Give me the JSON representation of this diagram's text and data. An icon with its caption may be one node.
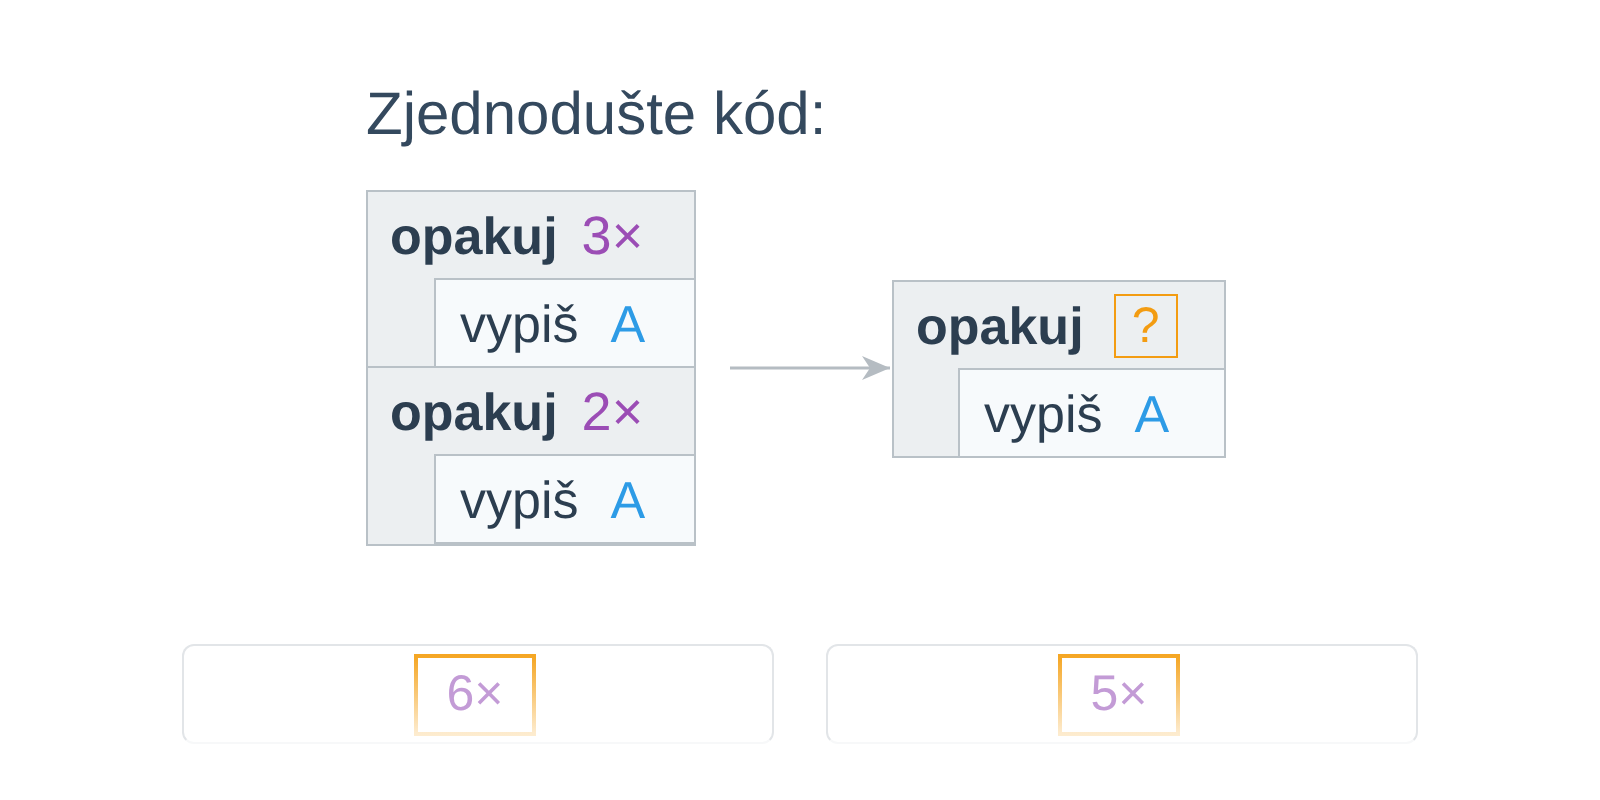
{
  "diagram": {
    "title": "Zjednodušte kód:",
    "nodes": [
      {
        "text": [
          "opakuj",
          "3×"
        ]
      },
      {
        "text": [
          "vypiš",
          "A"
        ],
        "in": 0
      },
      {
        "text": [
          "opakuj",
          "2×"
        ]
      },
      {
        "text": [
          "vypiš",
          "A"
        ],
        "in": 2
      },
      {
        "text": [
          "opakuj",
          "?"
        ]
      },
      {
        "text": [
          "vypiš",
          "A"
        ],
        "in": 4
      },
      {
        "text": [],
        "shape": "box"
      },
      {
        "text": [
          "6×"
        ],
        "in": 6
      },
      {
        "text": [],
        "shape": "box"
      },
      {
        "text": [
          "5×"
        ],
        "in": 8
      }
    ],
    "edges": [
      {
        "from": null,
        "to": 4,
        "arrow": "to"
      }
    ]
  }
}
